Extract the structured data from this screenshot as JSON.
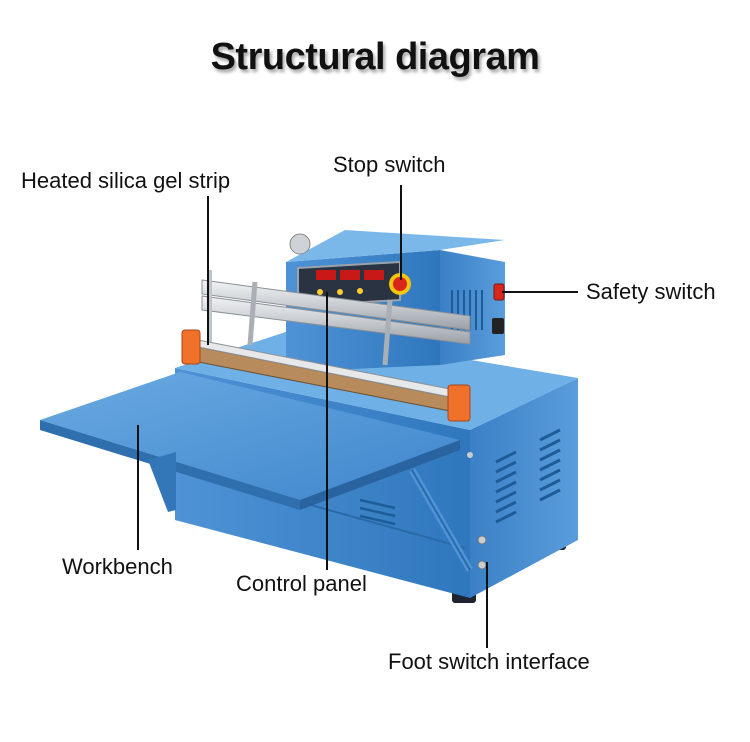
{
  "title": "Structural diagram",
  "labels": {
    "heated_strip": "Heated silica gel strip",
    "stop_switch": "Stop switch",
    "safety_switch": "Safety switch",
    "workbench": "Workbench",
    "control_panel": "Control panel",
    "foot_switch": "Foot switch interface"
  },
  "colors": {
    "machine_blue": "#3f86cc",
    "machine_blue_dark": "#2a6aa8",
    "machine_blue_light": "#6aa6df",
    "orange": "#f0712a",
    "stop_red": "#d9261c",
    "leader": "#111111"
  }
}
